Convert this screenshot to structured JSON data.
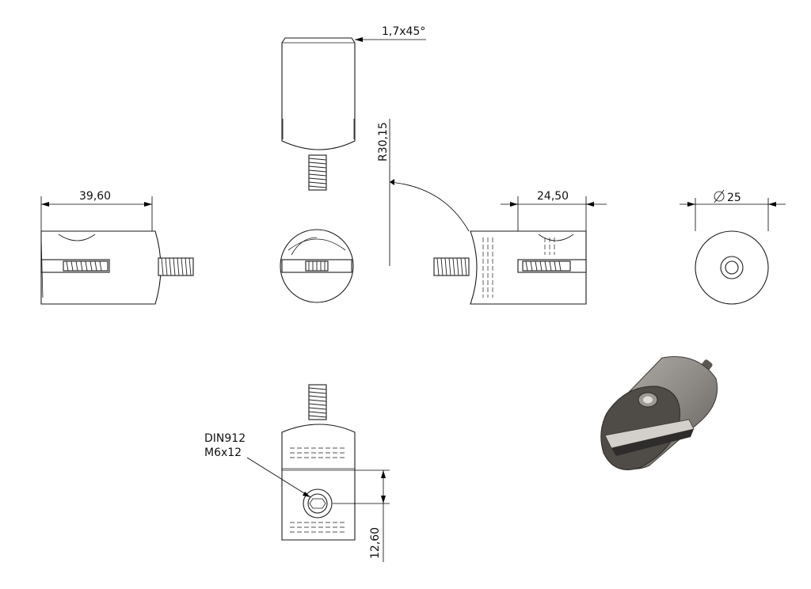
{
  "dimensions": {
    "chamfer": "1,7x45°",
    "radius": "R30,15",
    "length_left": "39,60",
    "length_right": "24,50",
    "diameter": "25",
    "height_bottom": "12,60"
  },
  "callout": {
    "line1": "DIN912",
    "line2": "M6x12"
  },
  "colors": {
    "line": "#1a1a1a",
    "iso_body": "#8e8a85",
    "iso_dark": "#4a4744",
    "iso_light": "#c9c6c1"
  }
}
